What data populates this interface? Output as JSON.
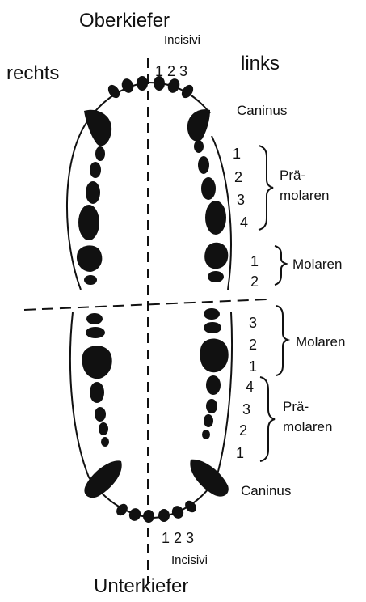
{
  "jaw": {
    "upper_label": "Oberkiefer",
    "lower_label": "Unterkiefer",
    "right_label": "rechts",
    "left_label": "links"
  },
  "upper": {
    "incisivi_label": "Incisivi",
    "incisor_numbers": "1 2 3",
    "caninus_label": "Caninus",
    "premolar_numbers": [
      "1",
      "2",
      "3",
      "4"
    ],
    "premolar_label_line1": "Prä-",
    "premolar_label_line2": "molaren",
    "molar_numbers": [
      "1",
      "2"
    ],
    "molar_label": "Molaren"
  },
  "lower": {
    "molar_numbers": [
      "3",
      "2",
      "1"
    ],
    "molar_label": "Molaren",
    "premolar_numbers": [
      "4",
      "3",
      "2",
      "1"
    ],
    "premolar_label_line1": "Prä-",
    "premolar_label_line2": "molaren",
    "caninus_label": "Caninus",
    "incisor_numbers": "1 2 3",
    "incisivi_label": "Incisivi"
  },
  "colors": {
    "ink": "#111111",
    "background": "#ffffff"
  }
}
